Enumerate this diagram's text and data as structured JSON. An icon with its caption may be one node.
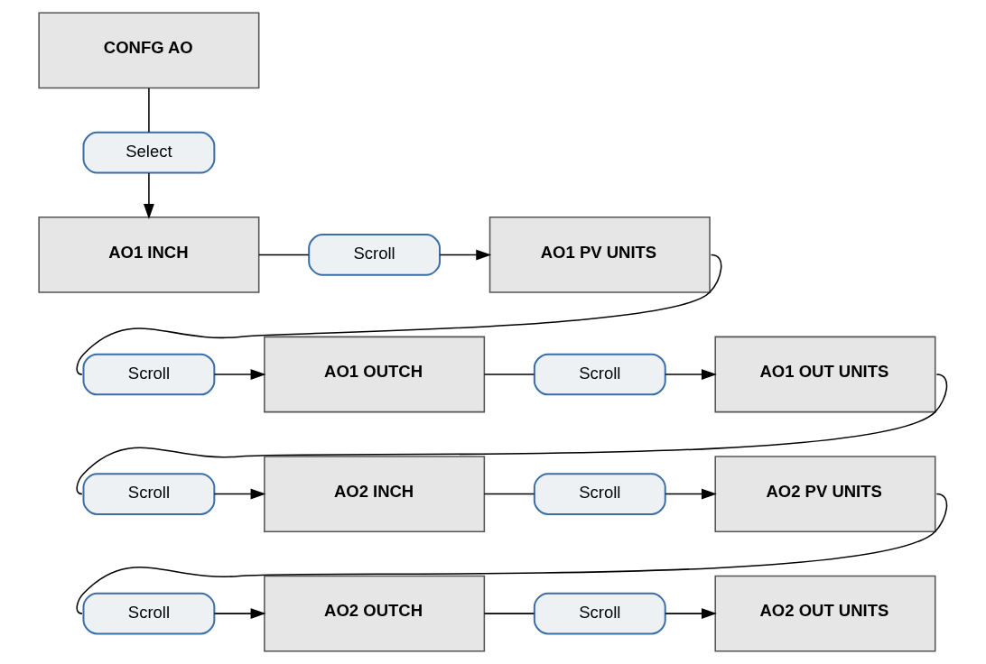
{
  "diagram": {
    "nodes": [
      {
        "text": [
          "CONFG AO"
        ]
      },
      {
        "text": [
          "Select"
        ]
      },
      {
        "text": [
          "AO1 INCH"
        ]
      },
      {
        "text": [
          "Scroll"
        ]
      },
      {
        "text": [
          "AO1 PV UNITS"
        ]
      },
      {
        "text": [
          "Scroll"
        ]
      },
      {
        "text": [
          "AO1 OUTCH"
        ]
      },
      {
        "text": [
          "Scroll"
        ]
      },
      {
        "text": [
          "AO1 OUT UNITS"
        ]
      },
      {
        "text": [
          "Scroll"
        ]
      },
      {
        "text": [
          "AO2 INCH"
        ]
      },
      {
        "text": [
          "Scroll"
        ]
      },
      {
        "text": [
          "AO2 PV UNITS"
        ]
      },
      {
        "text": [
          "Scroll"
        ]
      },
      {
        "text": [
          "AO2 OUTCH"
        ]
      },
      {
        "text": [
          "Scroll"
        ]
      },
      {
        "text": [
          "AO2 OUT UNITS"
        ]
      }
    ],
    "edges": [
      {
        "from": 0,
        "to": 1,
        "arrow": "none"
      },
      {
        "from": 1,
        "to": 2,
        "arrow": "to"
      },
      {
        "from": 2,
        "to": 3,
        "arrow": "none"
      },
      {
        "from": 3,
        "to": 4,
        "arrow": "to"
      },
      {
        "from": 4,
        "to": 5,
        "arrow": "none"
      },
      {
        "from": 5,
        "to": 6,
        "arrow": "to"
      },
      {
        "from": 6,
        "to": 7,
        "arrow": "none"
      },
      {
        "from": 7,
        "to": 8,
        "arrow": "to"
      },
      {
        "from": 8,
        "to": 9,
        "arrow": "none"
      },
      {
        "from": 9,
        "to": 10,
        "arrow": "to"
      },
      {
        "from": 10,
        "to": 11,
        "arrow": "none"
      },
      {
        "from": 11,
        "to": 12,
        "arrow": "to"
      },
      {
        "from": 12,
        "to": 13,
        "arrow": "none"
      },
      {
        "from": 13,
        "to": 14,
        "arrow": "to"
      },
      {
        "from": 14,
        "to": 15,
        "arrow": "none"
      },
      {
        "from": 15,
        "to": 16,
        "arrow": "to"
      }
    ]
  }
}
